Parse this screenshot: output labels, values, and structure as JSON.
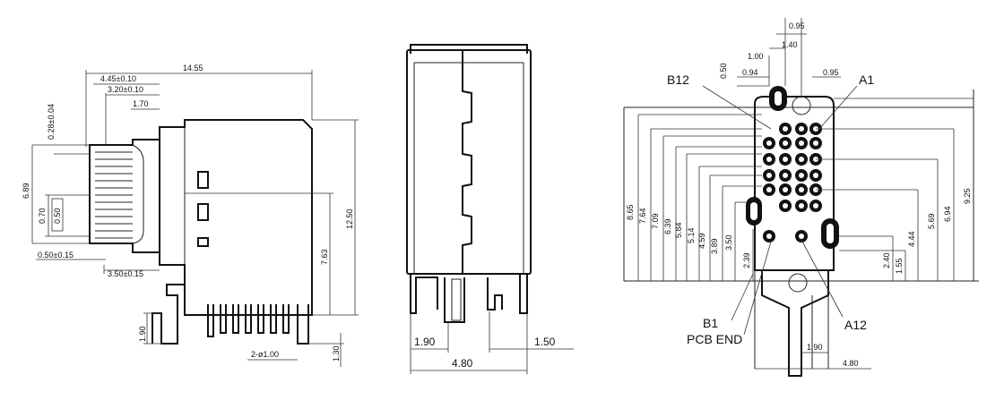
{
  "left_view": {
    "dims": [
      "14.55",
      "4.45±0.10",
      "3.20±0.10",
      "1.70",
      "0.28±0.04",
      "6.89",
      "0.70",
      "0.50",
      "0.50±0.15",
      "3.50±0.15",
      "12.50",
      "7.63",
      "1.90",
      "2-ø1.00",
      "1.30"
    ]
  },
  "middle_view": {
    "dims": [
      "1.90",
      "1.50",
      "4.80"
    ]
  },
  "right_view": {
    "top_dims": [
      "0.95",
      "1.40",
      "1.00",
      "0.50",
      "0.94",
      "0.95"
    ],
    "labels": [
      "B12",
      "A1",
      "B1",
      "PCB END",
      "A12"
    ],
    "vert_dims": [
      "8.65",
      "7.64",
      "7.09",
      "6.39",
      "5.84",
      "5.14",
      "4.59",
      "3.89",
      "3.50",
      "2.39",
      "2.40",
      "1.55",
      "4.44",
      "5.69",
      "6.94",
      "9.25"
    ],
    "bottom_dims": [
      "1.90",
      "4.80"
    ]
  }
}
